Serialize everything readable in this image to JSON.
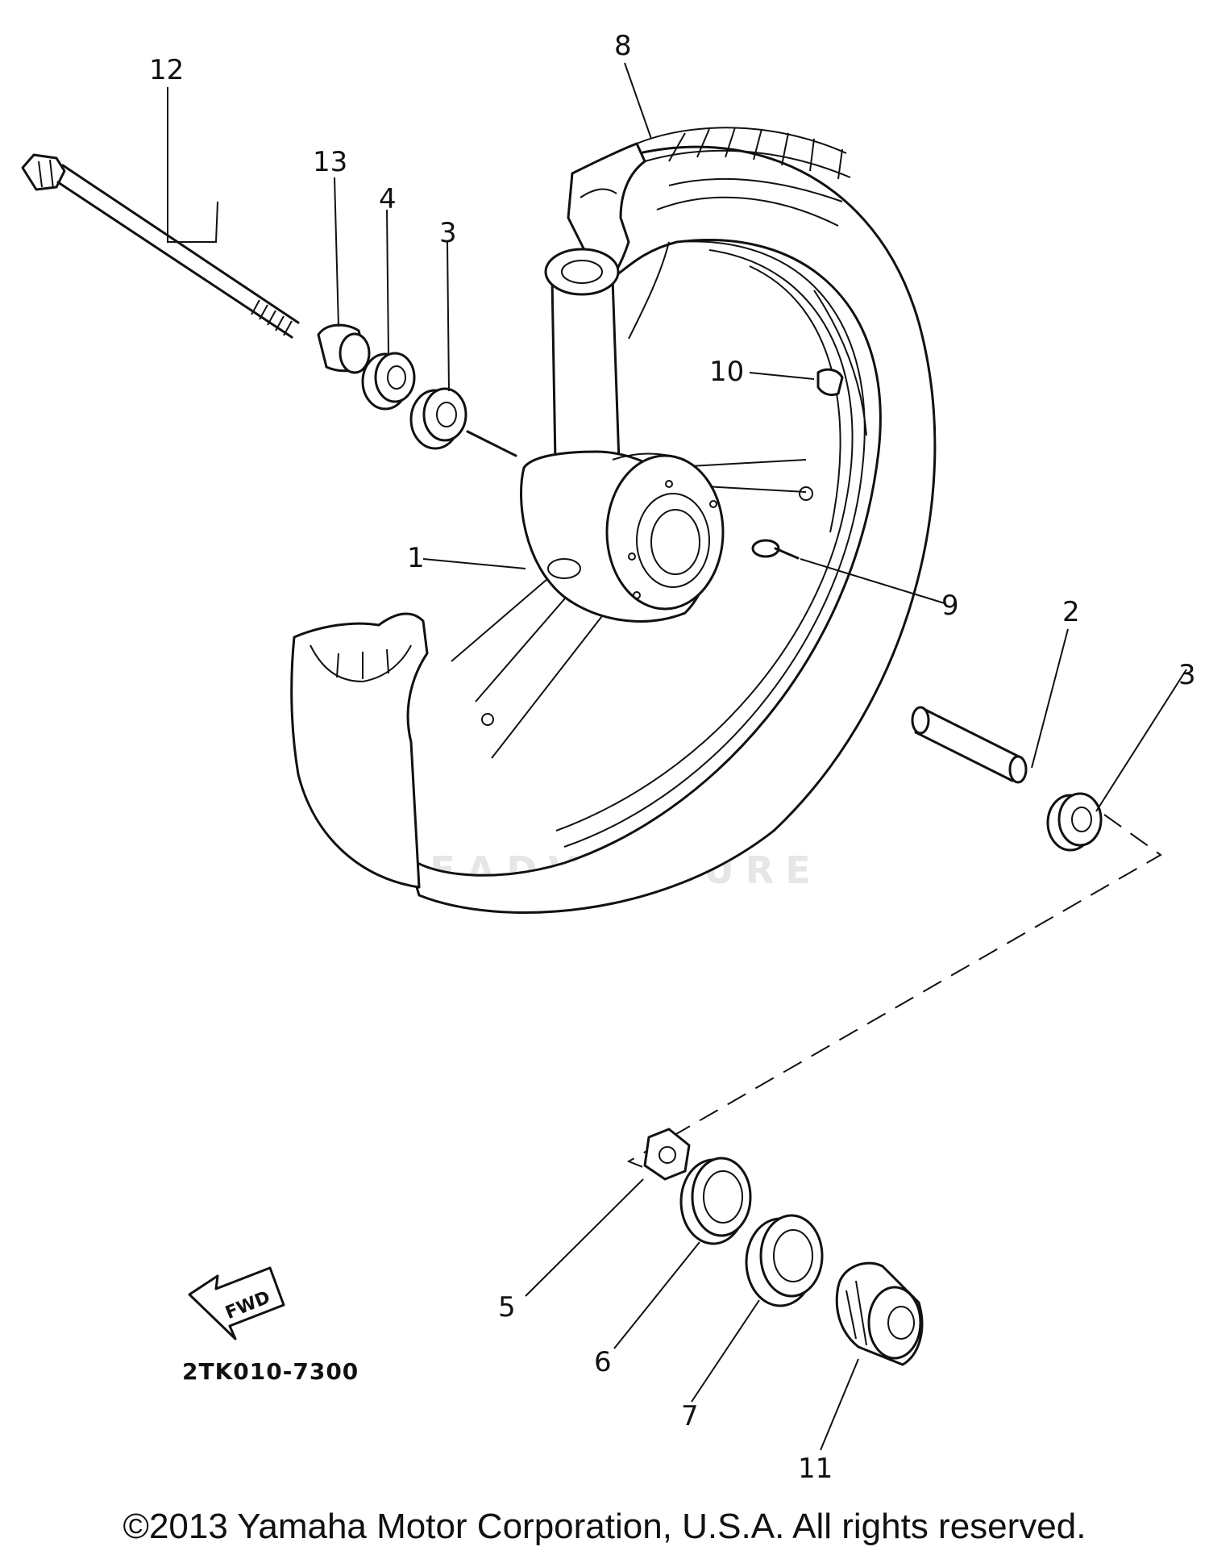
{
  "diagram": {
    "part_labels": {
      "p1": "1",
      "p2": "2",
      "p3a": "3",
      "p3b": "3",
      "p4": "4",
      "p5": "5",
      "p6": "6",
      "p7": "7",
      "p8": "8",
      "p9": "9",
      "p10": "10",
      "p11": "11",
      "p12": "12",
      "p13": "13"
    },
    "direction_arrow_label": "FWD",
    "diagram_code": "2TK010-7300",
    "watermark": "LEADVENTURE"
  },
  "footer": {
    "copyright": "©2013 Yamaha Motor Corporation, U.S.A. All rights reserved."
  }
}
